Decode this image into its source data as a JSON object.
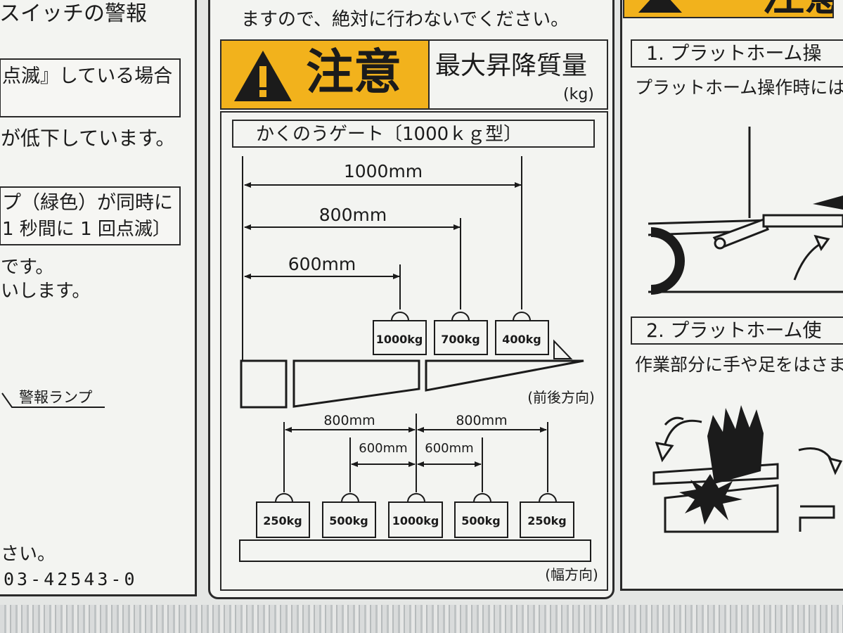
{
  "left_panel": {
    "top_line": "スイッチの警報",
    "box1_text": "点滅』している場合",
    "line_drop": "が低下しています。",
    "box2_line1": "プ（緑色）が同時に",
    "box2_line2": "1 秒間に 1 回点滅〕",
    "line_desu": "です。",
    "line_shimasu": "いします。",
    "lamp_label": "警報ランプ",
    "line_sai": "さい。",
    "part_number": "03-42543-0"
  },
  "center_panel": {
    "top_text": "ますので、絶対に行わないでください。",
    "caution_word": "注意",
    "max_mass_label": "最大昇降質量",
    "unit": "(kg)",
    "gate_title": "かくのうゲート〔1000ｋｇ型〕",
    "fore_aft": {
      "dimensions": [
        "1000mm",
        "800mm",
        "600mm"
      ],
      "weights": [
        "1000kg",
        "700kg",
        "400kg"
      ],
      "direction": "(前後方向)"
    },
    "width": {
      "outer_dims": [
        "800mm",
        "800mm"
      ],
      "inner_dims": [
        "600mm",
        "600mm"
      ],
      "weights": [
        "250kg",
        "500kg",
        "1000kg",
        "500kg",
        "250kg"
      ],
      "direction": "(幅方向)"
    }
  },
  "right_panel": {
    "header": "注意",
    "section1_title": "1. プラットホーム操",
    "section1_text": "プラットホーム操作時には",
    "section2_title": "2. プラットホーム使",
    "section2_text": "作業部分に手や足をはさま"
  },
  "colors": {
    "caution_yellow": "#f2b21c",
    "ink": "#1b1b1b",
    "label_bg": "#f3f4f1"
  }
}
